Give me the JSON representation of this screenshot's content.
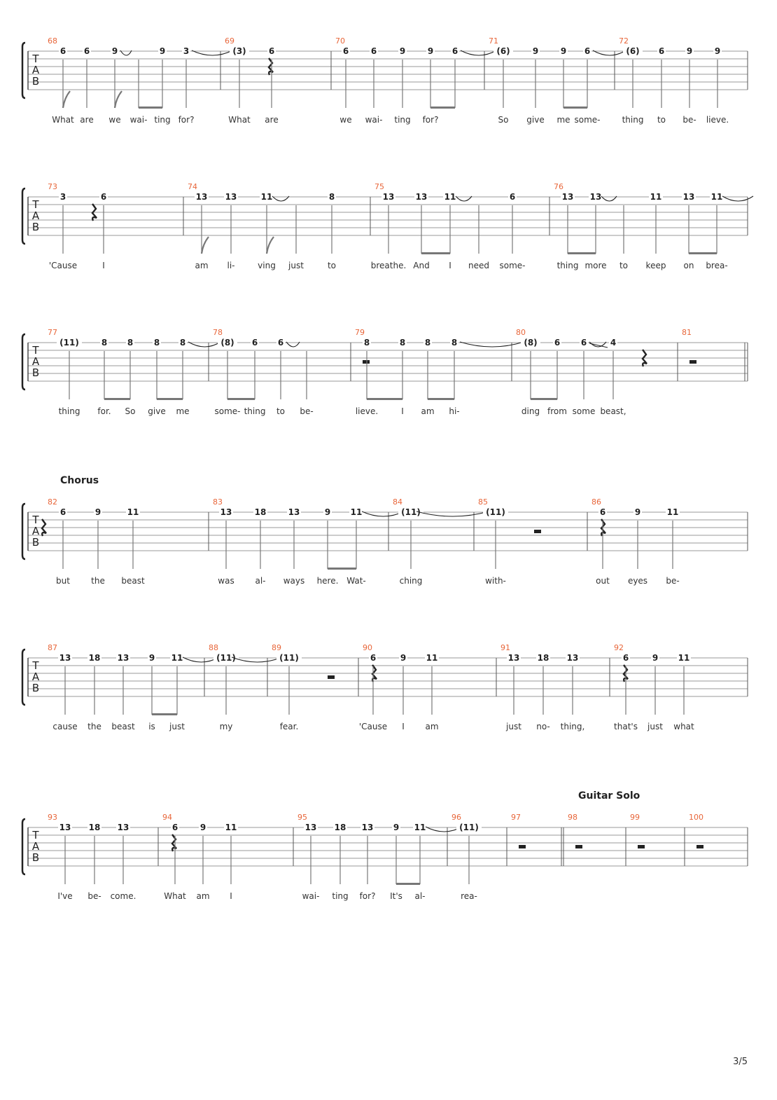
{
  "page": {
    "number_label": "3/5"
  },
  "colors": {
    "measure_number": "#e8663a",
    "ink": "#222222",
    "line": "#777777"
  },
  "tab_clef": [
    "T",
    "A",
    "B"
  ],
  "systems": [
    {
      "section": "",
      "measures": [
        {
          "n": "68",
          "notes": [
            {
              "fret": "6",
              "lyric": "What",
              "flag": true
            },
            {
              "fret": "6",
              "lyric": "are"
            },
            {
              "fret": "9",
              "lyric": "we",
              "flag": true,
              "tie_next": true
            },
            {
              "fret": "",
              "lyric": "wai-",
              "beam_next": true
            },
            {
              "fret": "9",
              "lyric": "ting"
            },
            {
              "fret": "3",
              "lyric": "for?",
              "tie_next": true
            }
          ]
        },
        {
          "n": "69",
          "notes": [
            {
              "fret": "(3)",
              "lyric": "What"
            },
            {
              "rest": "quarter"
            },
            {
              "fret": "6",
              "lyric": "are"
            }
          ]
        },
        {
          "n": "70",
          "notes": [
            {
              "fret": "6",
              "lyric": "we"
            },
            {
              "fret": "6",
              "lyric": "wai-"
            },
            {
              "fret": "9",
              "lyric": "ting"
            },
            {
              "fret": "9",
              "lyric": "for?",
              "beam_next": true
            },
            {
              "fret": "6",
              "lyric": "",
              "tie_next": true
            }
          ]
        },
        {
          "n": "71",
          "notes": [
            {
              "fret": "(6)",
              "lyric": "So"
            },
            {
              "fret": "9",
              "lyric": "give"
            },
            {
              "fret": "9",
              "lyric": "me",
              "beam_next": true
            },
            {
              "fret": "6",
              "lyric": "some-",
              "tie_next": true
            }
          ]
        },
        {
          "n": "72",
          "notes": [
            {
              "fret": "(6)",
              "lyric": "thing"
            },
            {
              "fret": "6",
              "lyric": "to"
            },
            {
              "fret": "9",
              "lyric": "be-"
            },
            {
              "fret": "9",
              "lyric": "lieve."
            }
          ]
        }
      ]
    },
    {
      "section": "",
      "measures": [
        {
          "n": "73",
          "notes": [
            {
              "fret": "3",
              "lyric": "'Cause"
            },
            {
              "rest": "quarter"
            },
            {
              "fret": "6",
              "lyric": "I"
            }
          ]
        },
        {
          "n": "74",
          "notes": [
            {
              "fret": "13",
              "lyric": "am",
              "flag": true
            },
            {
              "fret": "13",
              "lyric": "li-"
            },
            {
              "fret": "11",
              "lyric": "ving",
              "flag": true,
              "tie_next": true
            },
            {
              "fret": "",
              "lyric": "just"
            },
            {
              "fret": "8",
              "lyric": "to"
            }
          ]
        },
        {
          "n": "75",
          "notes": [
            {
              "fret": "13",
              "lyric": "breathe."
            },
            {
              "fret": "13",
              "lyric": "And",
              "beam_next": true
            },
            {
              "fret": "11",
              "lyric": "I",
              "tie_next": true
            },
            {
              "fret": "",
              "lyric": "need"
            },
            {
              "fret": "6",
              "lyric": "some-"
            }
          ]
        },
        {
          "n": "76",
          "notes": [
            {
              "fret": "13",
              "lyric": "thing",
              "beam_next": true
            },
            {
              "fret": "13",
              "lyric": "more",
              "tie_next": true
            },
            {
              "fret": "",
              "lyric": "to"
            },
            {
              "fret": "11",
              "lyric": "keep"
            },
            {
              "fret": "13",
              "lyric": "on",
              "beam_next": true
            },
            {
              "fret": "11",
              "lyric": "brea-",
              "tie_next": true
            }
          ]
        }
      ]
    },
    {
      "section": "",
      "measures": [
        {
          "n": "77",
          "notes": [
            {
              "fret": "(11)",
              "lyric": "thing"
            },
            {
              "fret": "8",
              "lyric": "for.",
              "beam_next": true
            },
            {
              "fret": "8",
              "lyric": "So"
            },
            {
              "fret": "8",
              "lyric": "give",
              "beam_next": true
            },
            {
              "fret": "8",
              "lyric": "me",
              "tie_next": true
            }
          ]
        },
        {
          "n": "78",
          "notes": [
            {
              "fret": "(8)",
              "lyric": "some-",
              "beam_next": true
            },
            {
              "fret": "6",
              "lyric": "thing"
            },
            {
              "fret": "6",
              "lyric": "to",
              "tie_next": true
            },
            {
              "fret": "",
              "lyric": "be-"
            }
          ]
        },
        {
          "n": "79",
          "notes": [
            {
              "rest": "half"
            },
            {
              "fret": "8",
              "lyric": "lieve.",
              "beam_next": true
            },
            {
              "fret": "8",
              "lyric": "I"
            },
            {
              "fret": "8",
              "lyric": "am",
              "beam_next": true
            },
            {
              "fret": "8",
              "lyric": "hi-",
              "tie_next": true
            }
          ]
        },
        {
          "n": "80",
          "notes": [
            {
              "fret": "(8)",
              "lyric": "ding",
              "beam_next": true
            },
            {
              "fret": "6",
              "lyric": "from"
            },
            {
              "fret": "6",
              "lyric": "some",
              "slide_next": true
            },
            {
              "fret": "4",
              "lyric": "beast,"
            },
            {
              "rest": "quarter"
            }
          ]
        },
        {
          "n": "81",
          "notes": [
            {
              "rest": "half"
            }
          ]
        }
      ]
    },
    {
      "section": "Chorus",
      "measures": [
        {
          "n": "82",
          "notes": [
            {
              "rest": "quarter"
            },
            {
              "fret": "6",
              "lyric": "but"
            },
            {
              "fret": "9",
              "lyric": "the"
            },
            {
              "fret": "11",
              "lyric": "beast"
            }
          ]
        },
        {
          "n": "83",
          "notes": [
            {
              "fret": "13",
              "lyric": "was"
            },
            {
              "fret": "18",
              "lyric": "al-"
            },
            {
              "fret": "13",
              "lyric": "ways"
            },
            {
              "fret": "9",
              "lyric": "here.",
              "beam_next": true
            },
            {
              "fret": "11",
              "lyric": "Wat-",
              "tie_next": true
            }
          ]
        },
        {
          "n": "84",
          "notes": [
            {
              "fret": "(11)",
              "lyric": "ching",
              "tie_next": true
            }
          ]
        },
        {
          "n": "85",
          "notes": [
            {
              "fret": "(11)",
              "lyric": "with-"
            },
            {
              "rest": "half"
            }
          ]
        },
        {
          "n": "86",
          "notes": [
            {
              "rest": "quarter"
            },
            {
              "fret": "6",
              "lyric": "out"
            },
            {
              "fret": "9",
              "lyric": "eyes"
            },
            {
              "fret": "11",
              "lyric": "be-"
            }
          ]
        }
      ]
    },
    {
      "section": "",
      "measures": [
        {
          "n": "87",
          "notes": [
            {
              "fret": "13",
              "lyric": "cause"
            },
            {
              "fret": "18",
              "lyric": "the"
            },
            {
              "fret": "13",
              "lyric": "beast"
            },
            {
              "fret": "9",
              "lyric": "is",
              "beam_next": true
            },
            {
              "fret": "11",
              "lyric": "just",
              "tie_next": true
            }
          ]
        },
        {
          "n": "88",
          "notes": [
            {
              "fret": "(11)",
              "lyric": "my",
              "tie_next": true
            }
          ]
        },
        {
          "n": "89",
          "notes": [
            {
              "fret": "(11)",
              "lyric": "fear."
            },
            {
              "rest": "half"
            }
          ]
        },
        {
          "n": "90",
          "notes": [
            {
              "rest": "quarter"
            },
            {
              "fret": "6",
              "lyric": "'Cause"
            },
            {
              "fret": "9",
              "lyric": "I"
            },
            {
              "fret": "11",
              "lyric": "am"
            }
          ]
        },
        {
          "n": "91",
          "notes": [
            {
              "fret": "13",
              "lyric": "just"
            },
            {
              "fret": "18",
              "lyric": "no-"
            },
            {
              "fret": "13",
              "lyric": "thing,"
            }
          ]
        },
        {
          "n": "92",
          "notes": [
            {
              "rest": "quarter"
            },
            {
              "fret": "6",
              "lyric": "that's"
            },
            {
              "fret": "9",
              "lyric": "just"
            },
            {
              "fret": "11",
              "lyric": "what"
            }
          ]
        }
      ]
    },
    {
      "section": "Guitar Solo",
      "measures": [
        {
          "n": "93",
          "notes": [
            {
              "fret": "13",
              "lyric": "I've"
            },
            {
              "fret": "18",
              "lyric": "be-"
            },
            {
              "fret": "13",
              "lyric": "come."
            }
          ]
        },
        {
          "n": "94",
          "notes": [
            {
              "rest": "quarter"
            },
            {
              "fret": "6",
              "lyric": "What"
            },
            {
              "fret": "9",
              "lyric": "am"
            },
            {
              "fret": "11",
              "lyric": "I"
            }
          ]
        },
        {
          "n": "95",
          "notes": [
            {
              "fret": "13",
              "lyric": "wai-"
            },
            {
              "fret": "18",
              "lyric": "ting"
            },
            {
              "fret": "13",
              "lyric": "for?"
            },
            {
              "fret": "9",
              "lyric": "It's",
              "beam_next": true
            },
            {
              "fret": "11",
              "lyric": "al-",
              "tie_next": true
            }
          ]
        },
        {
          "n": "96",
          "notes": [
            {
              "fret": "(11)",
              "lyric": "rea-"
            }
          ]
        },
        {
          "n": "97",
          "notes": [
            {
              "rest": "half"
            }
          ]
        },
        {
          "n": "98",
          "notes": [
            {
              "rest": "half"
            }
          ]
        },
        {
          "n": "99",
          "notes": [
            {
              "rest": "half"
            }
          ]
        },
        {
          "n": "100",
          "notes": [
            {
              "rest": "half"
            }
          ]
        }
      ]
    }
  ]
}
